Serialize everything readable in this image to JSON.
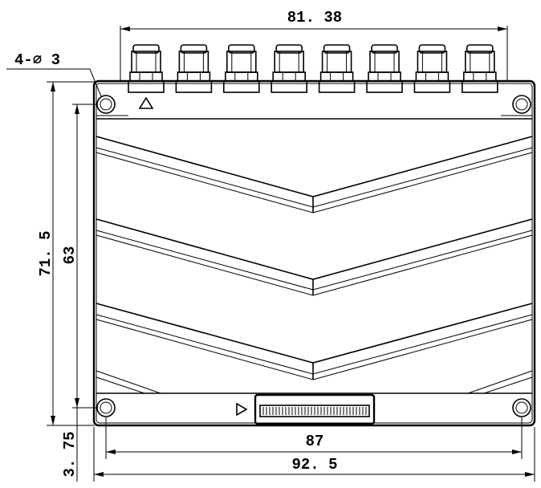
{
  "dimensions": {
    "top_pitch": "81. 38",
    "hole_callout": "4-∅ 3",
    "overall_height": "71. 5",
    "hole_height": "63",
    "bottom_offset": "3. 75",
    "hole_width": "87",
    "overall_width": "92. 5"
  },
  "connectors": {
    "count": 8
  },
  "markers": {
    "triangle_up": "△",
    "triangle_right": "▷"
  },
  "colors": {
    "line": "#000000",
    "background": "#ffffff"
  }
}
